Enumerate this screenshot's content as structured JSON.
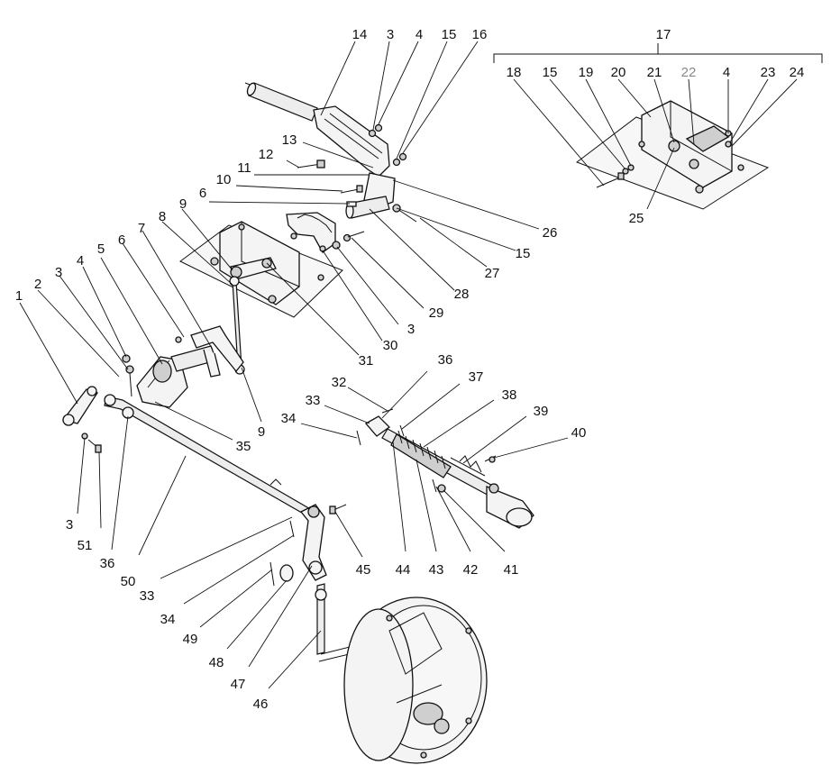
{
  "diagram": {
    "labels": [
      {
        "id": "l14",
        "text": "14"
      },
      {
        "id": "l3a",
        "text": "3"
      },
      {
        "id": "l4a",
        "text": "4"
      },
      {
        "id": "l15a",
        "text": "15"
      },
      {
        "id": "l16",
        "text": "16"
      },
      {
        "id": "l17",
        "text": "17"
      },
      {
        "id": "l18",
        "text": "18"
      },
      {
        "id": "l15b",
        "text": "15"
      },
      {
        "id": "l19",
        "text": "19"
      },
      {
        "id": "l20",
        "text": "20"
      },
      {
        "id": "l21",
        "text": "21"
      },
      {
        "id": "l22",
        "text": "22"
      },
      {
        "id": "l4b",
        "text": "4"
      },
      {
        "id": "l23",
        "text": "23"
      },
      {
        "id": "l24",
        "text": "24"
      },
      {
        "id": "l25",
        "text": "25"
      },
      {
        "id": "l13",
        "text": "13"
      },
      {
        "id": "l12",
        "text": "12"
      },
      {
        "id": "l11",
        "text": "11"
      },
      {
        "id": "l10",
        "text": "10"
      },
      {
        "id": "l6a",
        "text": "6"
      },
      {
        "id": "l26",
        "text": "26"
      },
      {
        "id": "l15c",
        "text": "15"
      },
      {
        "id": "l27",
        "text": "27"
      },
      {
        "id": "l28",
        "text": "28"
      },
      {
        "id": "l29",
        "text": "29"
      },
      {
        "id": "l3b",
        "text": "3"
      },
      {
        "id": "l30",
        "text": "30"
      },
      {
        "id": "l31",
        "text": "31"
      },
      {
        "id": "l9a",
        "text": "9"
      },
      {
        "id": "l8",
        "text": "8"
      },
      {
        "id": "l7",
        "text": "7"
      },
      {
        "id": "l6b",
        "text": "6"
      },
      {
        "id": "l5",
        "text": "5"
      },
      {
        "id": "l4c",
        "text": "4"
      },
      {
        "id": "l3c",
        "text": "3"
      },
      {
        "id": "l2",
        "text": "2"
      },
      {
        "id": "l1",
        "text": "1"
      },
      {
        "id": "l9b",
        "text": "9"
      },
      {
        "id": "l35",
        "text": "35"
      },
      {
        "id": "l32",
        "text": "32"
      },
      {
        "id": "l36a",
        "text": "36"
      },
      {
        "id": "l37",
        "text": "37"
      },
      {
        "id": "l33a",
        "text": "33"
      },
      {
        "id": "l38",
        "text": "38"
      },
      {
        "id": "l34a",
        "text": "34"
      },
      {
        "id": "l39",
        "text": "39"
      },
      {
        "id": "l40",
        "text": "40"
      },
      {
        "id": "l44",
        "text": "44"
      },
      {
        "id": "l43",
        "text": "43"
      },
      {
        "id": "l42",
        "text": "42"
      },
      {
        "id": "l41",
        "text": "41"
      },
      {
        "id": "l45",
        "text": "45"
      },
      {
        "id": "l3d",
        "text": "3"
      },
      {
        "id": "l51",
        "text": "51"
      },
      {
        "id": "l36b",
        "text": "36"
      },
      {
        "id": "l50",
        "text": "50"
      },
      {
        "id": "l33b",
        "text": "33"
      },
      {
        "id": "l34b",
        "text": "34"
      },
      {
        "id": "l49",
        "text": "49"
      },
      {
        "id": "l48",
        "text": "48"
      },
      {
        "id": "l47",
        "text": "47"
      },
      {
        "id": "l46",
        "text": "46"
      }
    ]
  }
}
